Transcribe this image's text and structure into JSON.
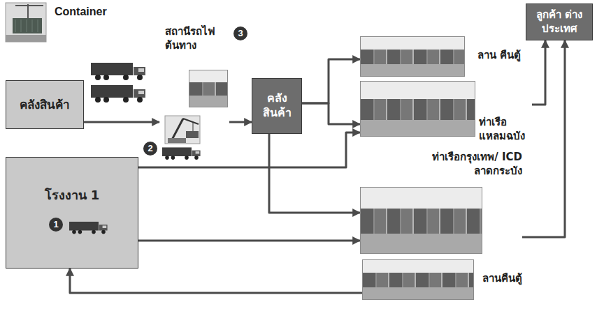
{
  "diagram": {
    "nodes": [
      {
        "text": [
          "คลังสินค้า"
        ]
      },
      {
        "text": [
          "โรงงาน 1"
        ]
      },
      {
        "text": [
          "สถานีรถไฟ ต้นทาง"
        ]
      },
      {
        "text": [
          "คลัง สินค้า"
        ]
      },
      {
        "text": [
          "ลาน คืนตู้"
        ]
      },
      {
        "text": [
          "ท่าเรือ แหลมฉบัง"
        ]
      },
      {
        "text": [
          "ท่าเรือกรุงเทพ/ ICD ลาดกระบัง"
        ]
      },
      {
        "text": [
          "ลานคืนตู้"
        ]
      },
      {
        "text": [
          "ลูกค้า ต่างประเทศ"
        ]
      }
    ],
    "edges": [
      {
        "from": 0,
        "to": 2,
        "arrow": "to"
      },
      {
        "from": 2,
        "to": 3,
        "arrow": "to"
      },
      {
        "from": 3,
        "to": 4,
        "arrow": "to"
      },
      {
        "from": 3,
        "to": 5,
        "arrow": "to"
      },
      {
        "from": 1,
        "to": 5,
        "arrow": "to"
      },
      {
        "from": 3,
        "to": 6,
        "arrow": "to"
      },
      {
        "from": 1,
        "to": 6,
        "arrow": "to"
      },
      {
        "from": 5,
        "to": 8,
        "arrow": "to"
      },
      {
        "from": 6,
        "to": 8,
        "arrow": "to"
      },
      {
        "from": 7,
        "to": 1,
        "arrow": "to"
      }
    ],
    "labels": [
      "Container",
      "3",
      "2",
      "1"
    ]
  }
}
